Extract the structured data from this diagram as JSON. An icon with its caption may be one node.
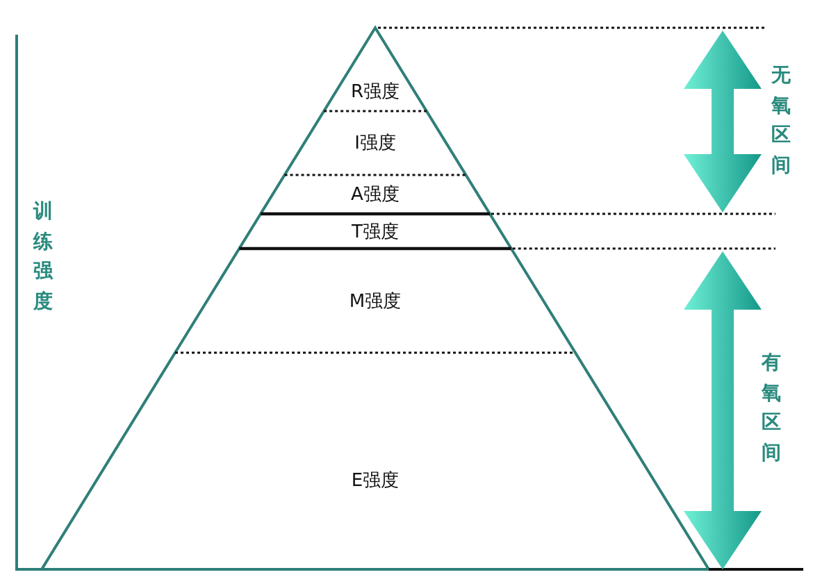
{
  "diagram": {
    "labels": [
      "R强度",
      "无氧区间",
      "I强度",
      "A强度",
      "T强度",
      "训练强度",
      "M强度",
      "有氧区间",
      "E强度"
    ]
  }
}
